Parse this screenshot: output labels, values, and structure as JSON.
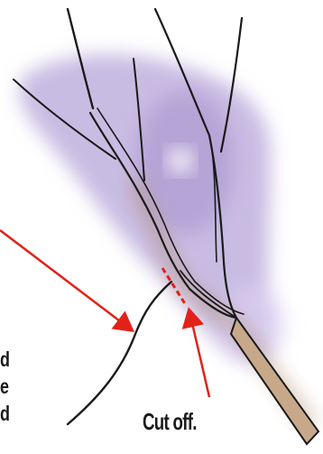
{
  "labels": {
    "cut_off": "Cut off.",
    "side_fragments": [
      "d",
      "e",
      "d"
    ]
  },
  "colors": {
    "background": "#ffffff",
    "wash": "#b7a6d9",
    "wash_light": "#d9cdef",
    "stem_outline": "#1a1a1a",
    "stem_fill": "#c7a98a",
    "arrow": "#e32119",
    "cut_mark": "#e32119",
    "text": "#1a1a1a"
  }
}
